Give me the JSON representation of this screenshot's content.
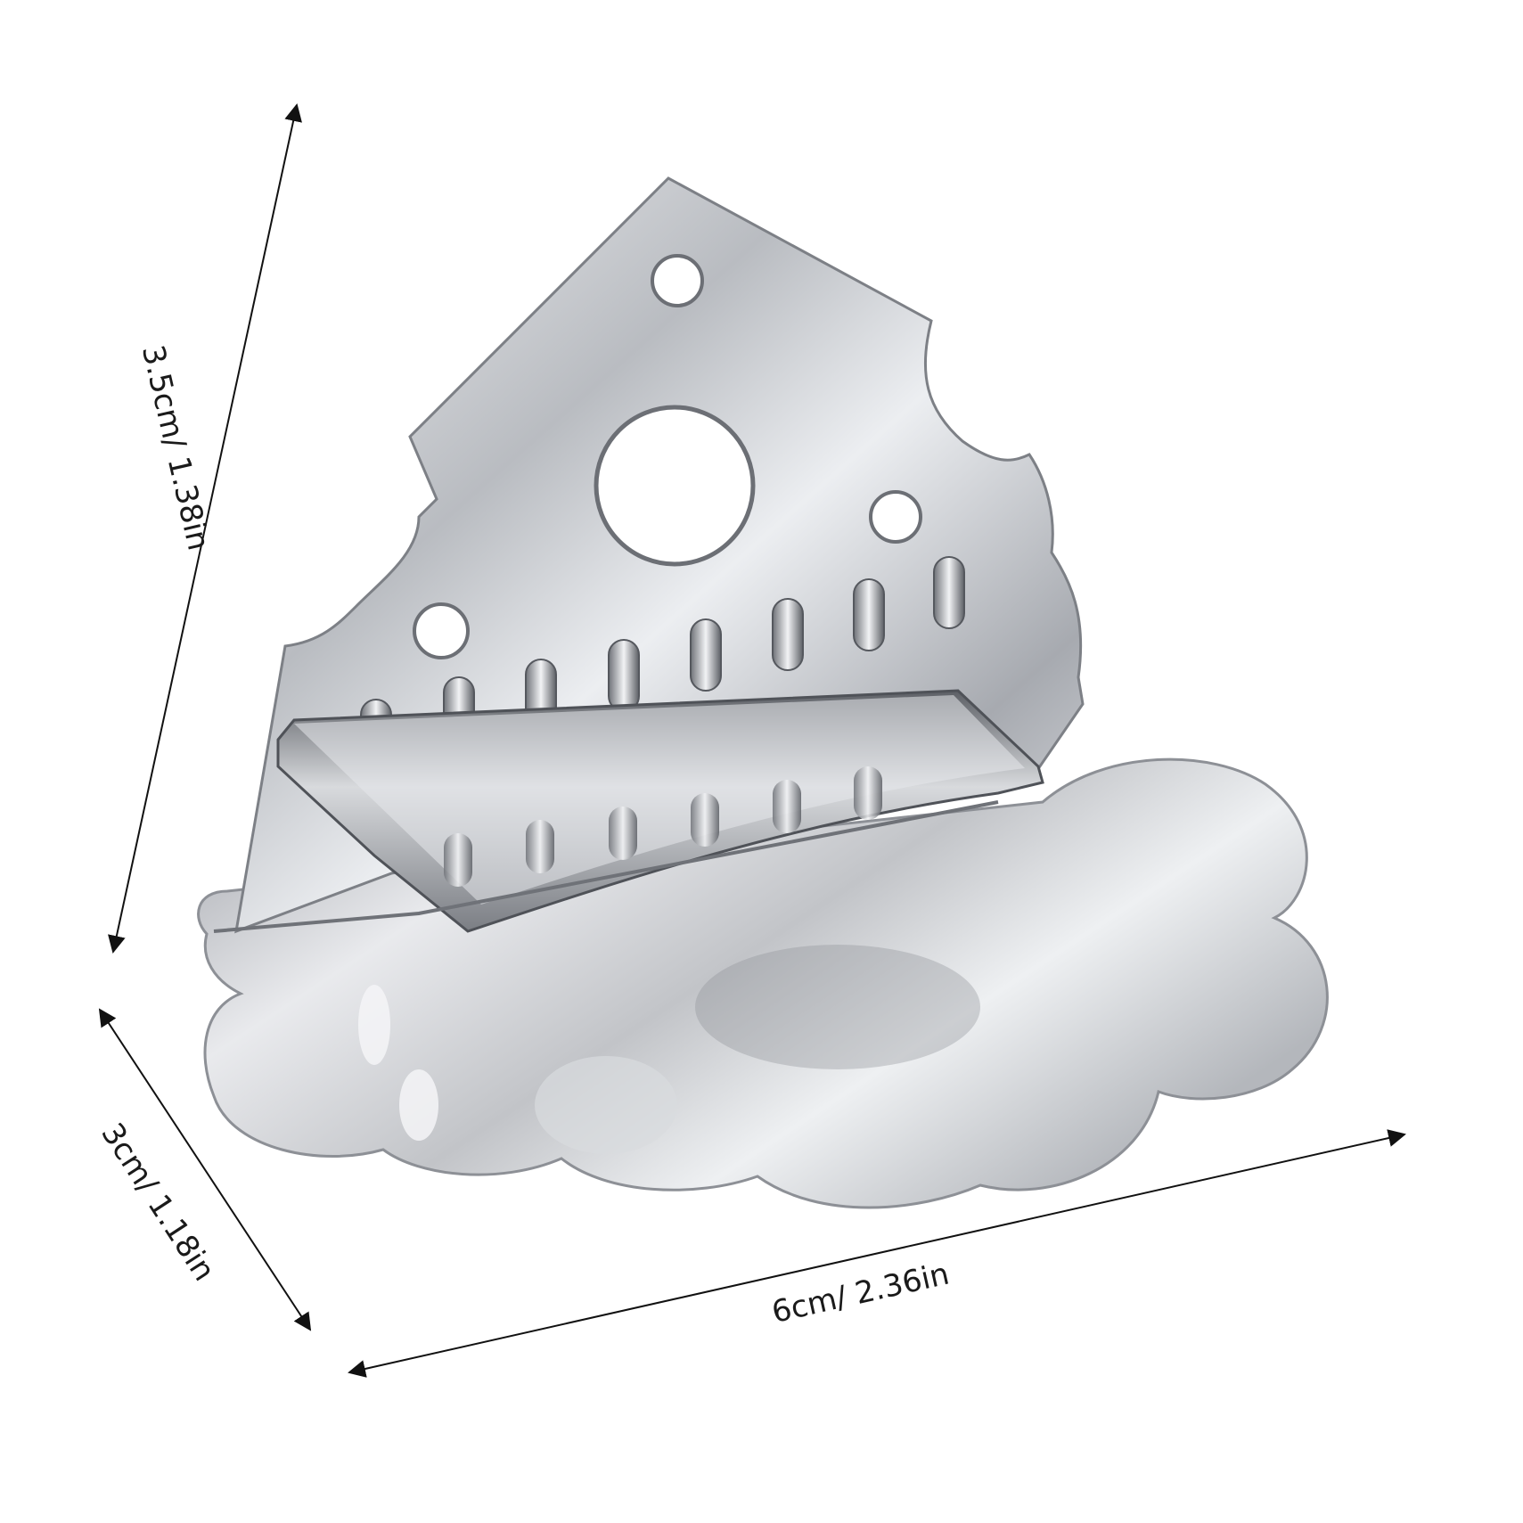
{
  "dimensions": {
    "height_label": "3.5cm/ 1.38in",
    "depth_label": "3cm/ 1.18in",
    "width_label": "6cm/ 2.36in"
  },
  "product": {
    "subject": "mandolin-tailpiece",
    "finish_color": "#c9cacd",
    "string_slots": 8
  }
}
